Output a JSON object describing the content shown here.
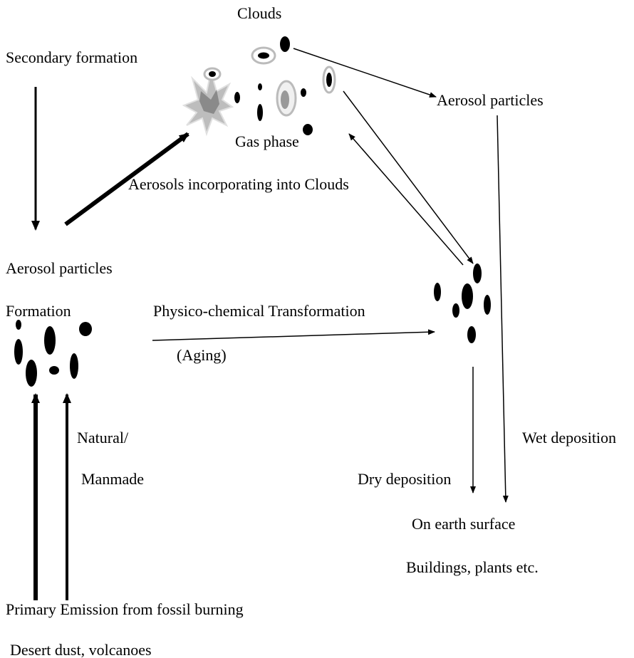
{
  "labels": {
    "clouds": "Clouds",
    "secondary_formation": "Secondary formation",
    "aerosol_particles_top": "Aerosol particles",
    "gas_phase": "Gas phase",
    "aerosols_into_clouds": "Aerosols incorporating into Clouds",
    "aerosol_particles_left": "Aerosol particles",
    "formation": "Formation",
    "physico_chemical": "Physico-chemical Transformation",
    "aging": "(Aging)",
    "natural": "Natural/",
    "manmade": "Manmade",
    "wet_deposition": "Wet deposition",
    "dry_deposition": "Dry deposition",
    "earth_surface": "On earth surface",
    "buildings": "Buildings, plants etc.",
    "primary_emission": "Primary Emission from fossil burning",
    "desert_dust": "Desert dust, volcanoes"
  }
}
